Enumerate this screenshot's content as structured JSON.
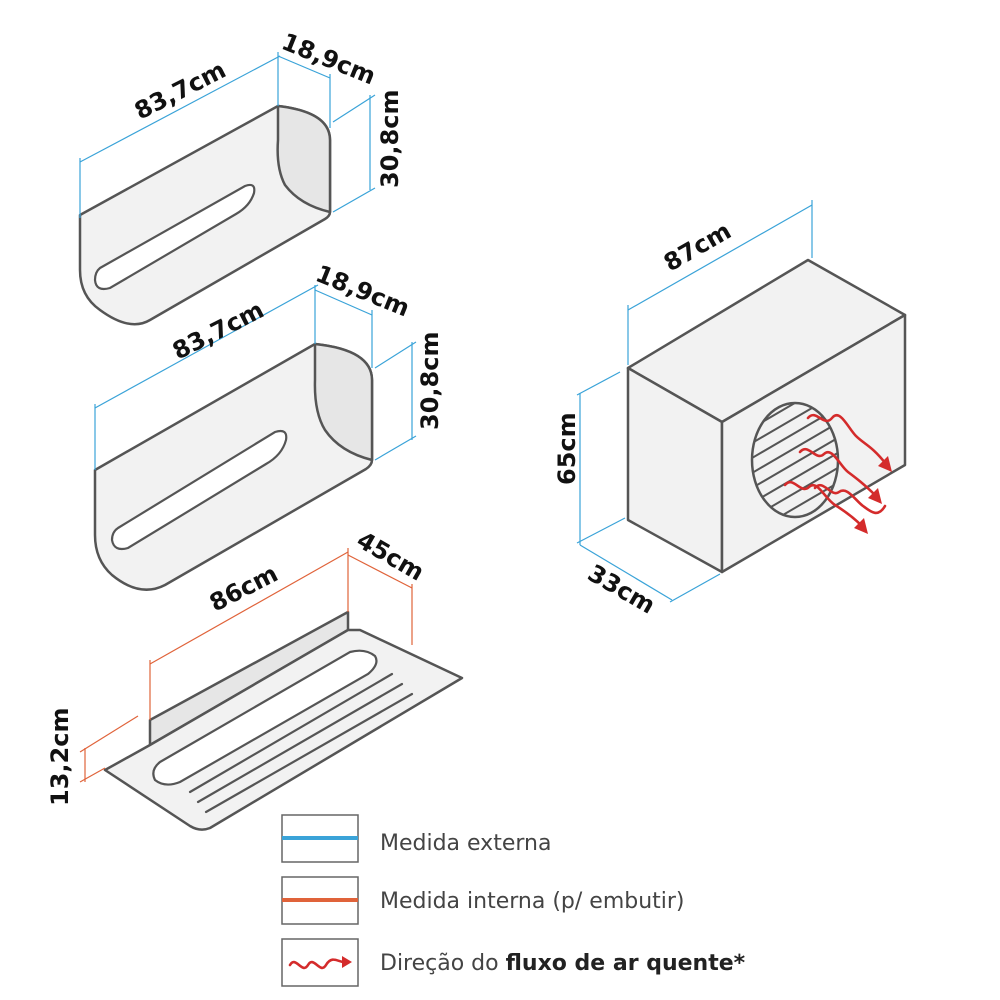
{
  "dimensions": {
    "indoor_top": {
      "width": "83,7cm",
      "depth": "18,9cm",
      "height": "30,8cm"
    },
    "indoor_middle": {
      "width": "83,7cm",
      "depth": "18,9cm",
      "height": "30,8cm"
    },
    "recess": {
      "width": "86cm",
      "depth": "45cm",
      "height": "13,2cm"
    },
    "outdoor": {
      "width": "87cm",
      "height": "65cm",
      "depth": "33cm"
    }
  },
  "legend": {
    "external": "Medida externa",
    "internal": "Medida interna (p/ embutir)",
    "airflow_prefix": "Direção do ",
    "airflow_bold": "fluxo de ar quente*"
  },
  "colors": {
    "external": "#3aa3d8",
    "internal": "#e0633a",
    "airflow": "#d42b2b"
  }
}
